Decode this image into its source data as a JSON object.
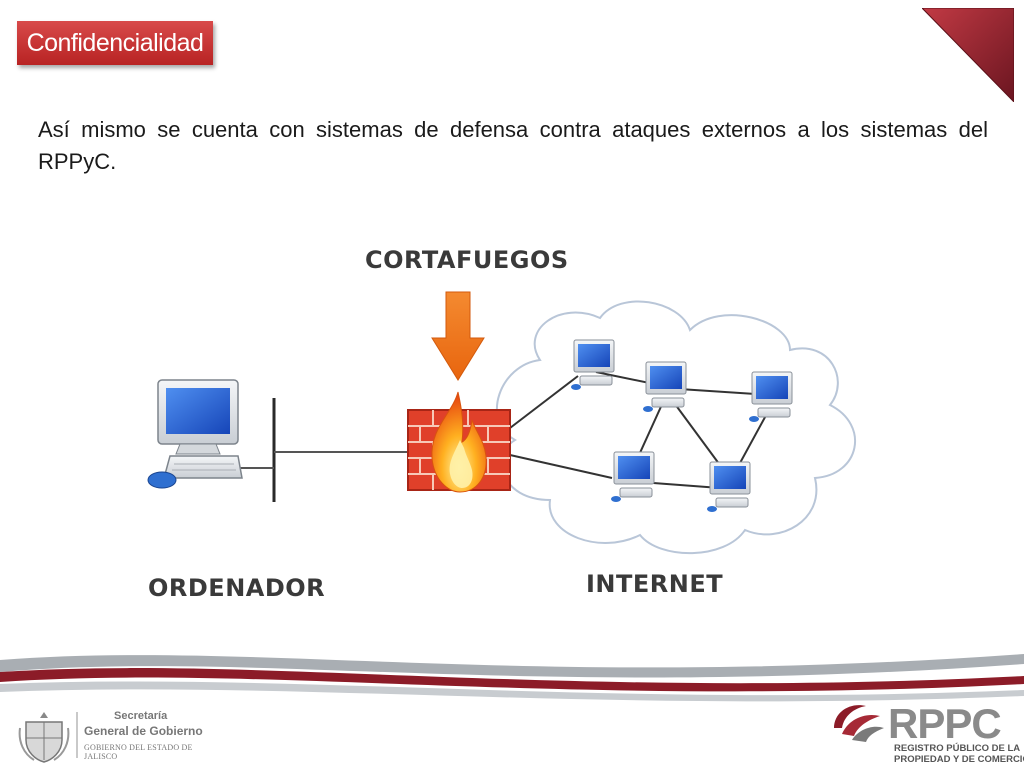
{
  "header": {
    "title": "Confidencialidad"
  },
  "body": {
    "text": "Así mismo se cuenta con sistemas de defensa contra ataques externos a los sistemas del RPPyC."
  },
  "diagram": {
    "labels": {
      "firewall": "CORTAFUEGOS",
      "computer": "ORDENADOR",
      "network": "INTERNET"
    }
  },
  "footer": {
    "left_line1": "Secretaría",
    "left_line2": "General de Gobierno",
    "left_line3": "GOBIERNO DEL ESTADO DE JALISCO",
    "right_logo": "RPPC",
    "right_line1": "REGISTRO PÚBLICO DE LA",
    "right_line2": "PROPIEDAD Y DE COMERCIO"
  },
  "colors": {
    "accent": "#c0282d",
    "corner": "#7a1a22",
    "arrow": "#f07a1a",
    "brick": "#e0402a",
    "screen": "#1f5fd8"
  }
}
